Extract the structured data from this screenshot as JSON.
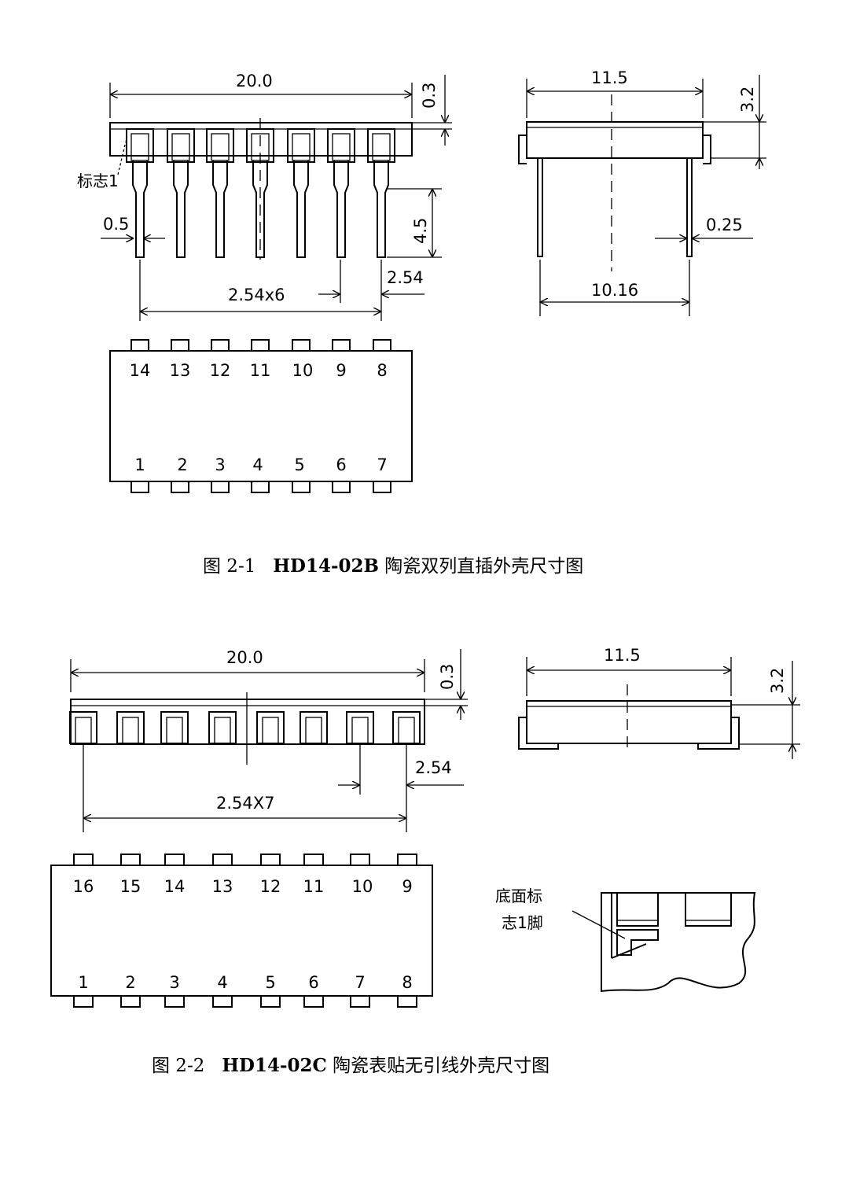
{
  "fig1": {
    "dims": {
      "length": "20.0",
      "top_thickness": "0.3",
      "mark": "标志1",
      "lead_width": "0.5",
      "lead_length": "4.5",
      "pitch": "2.54",
      "pitch_total": "2.54x6",
      "width": "11.5",
      "height": "3.2",
      "lead_thickness": "0.25",
      "row_spacing": "10.16"
    },
    "top_pins": [
      "14",
      "13",
      "12",
      "11",
      "10",
      "9",
      "8"
    ],
    "bottom_pins": [
      "1",
      "2",
      "3",
      "4",
      "5",
      "6",
      "7"
    ],
    "caption": {
      "number": "图 2-1",
      "model": "HD14-02B",
      "title": "陶瓷双列直插外壳尺寸图"
    }
  },
  "fig2": {
    "dims": {
      "length": "20.0",
      "top_thickness": "0.3",
      "pitch": "2.54",
      "pitch_total": "2.54X7",
      "width": "11.5",
      "height": "3.2",
      "mark_line1": "底面标",
      "mark_line2": "志1脚"
    },
    "top_pins": [
      "16",
      "15",
      "14",
      "13",
      "12",
      "11",
      "10",
      "9"
    ],
    "bottom_pins": [
      "1",
      "2",
      "3",
      "4",
      "5",
      "6",
      "7",
      "8"
    ],
    "caption": {
      "number": "图 2-2",
      "model": "HD14-02C",
      "title": "陶瓷表贴无引线外壳尺寸图"
    }
  }
}
